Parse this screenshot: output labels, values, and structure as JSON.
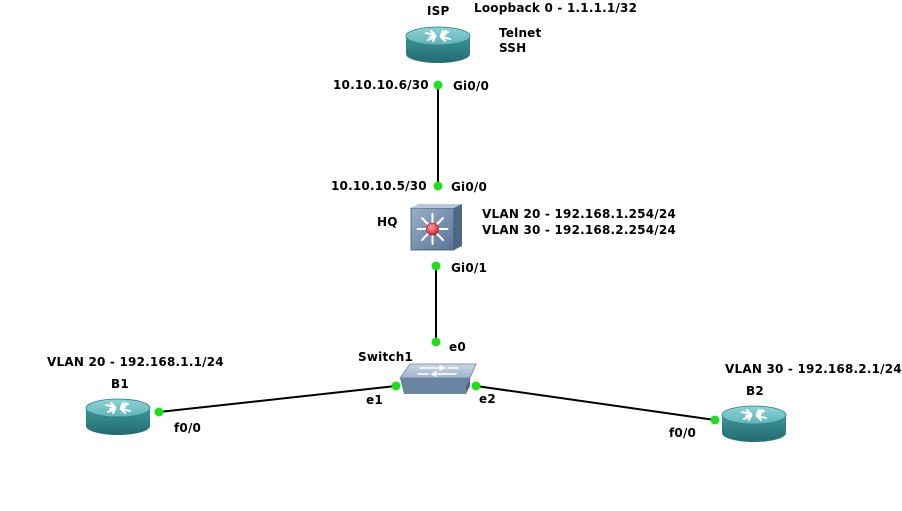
{
  "devices": {
    "isp": {
      "name": "ISP",
      "annotation": "Loopback 0 - 1.1.1.1/32",
      "services": [
        "Telnet",
        "SSH"
      ],
      "interface": "Gi0/0",
      "ip": "10.10.10.6/30"
    },
    "hq": {
      "name": "HQ",
      "uplink_interface": "Gi0/0",
      "uplink_ip": "10.10.10.5/30",
      "downlink_interface": "Gi0/1",
      "vlans": [
        "VLAN 20 - 192.168.1.254/24",
        "VLAN 30 - 192.168.2.254/24"
      ]
    },
    "switch1": {
      "name": "Switch1",
      "ports": {
        "e0": "e0",
        "e1": "e1",
        "e2": "e2"
      }
    },
    "b1": {
      "name": "B1",
      "vlan": "VLAN 20 - 192.168.1.1/24",
      "interface": "f0/0"
    },
    "b2": {
      "name": "B2",
      "vlan": "VLAN 30 - 192.168.2.1/24",
      "interface": "f0/0"
    }
  },
  "colors": {
    "link": "#000000",
    "port_indicator": "#22dd22",
    "router_body": "#3f9aa0",
    "multilayer_body": "#6f87a3",
    "switch_body": "#7a94b0",
    "core_dot": "#e8404a"
  }
}
